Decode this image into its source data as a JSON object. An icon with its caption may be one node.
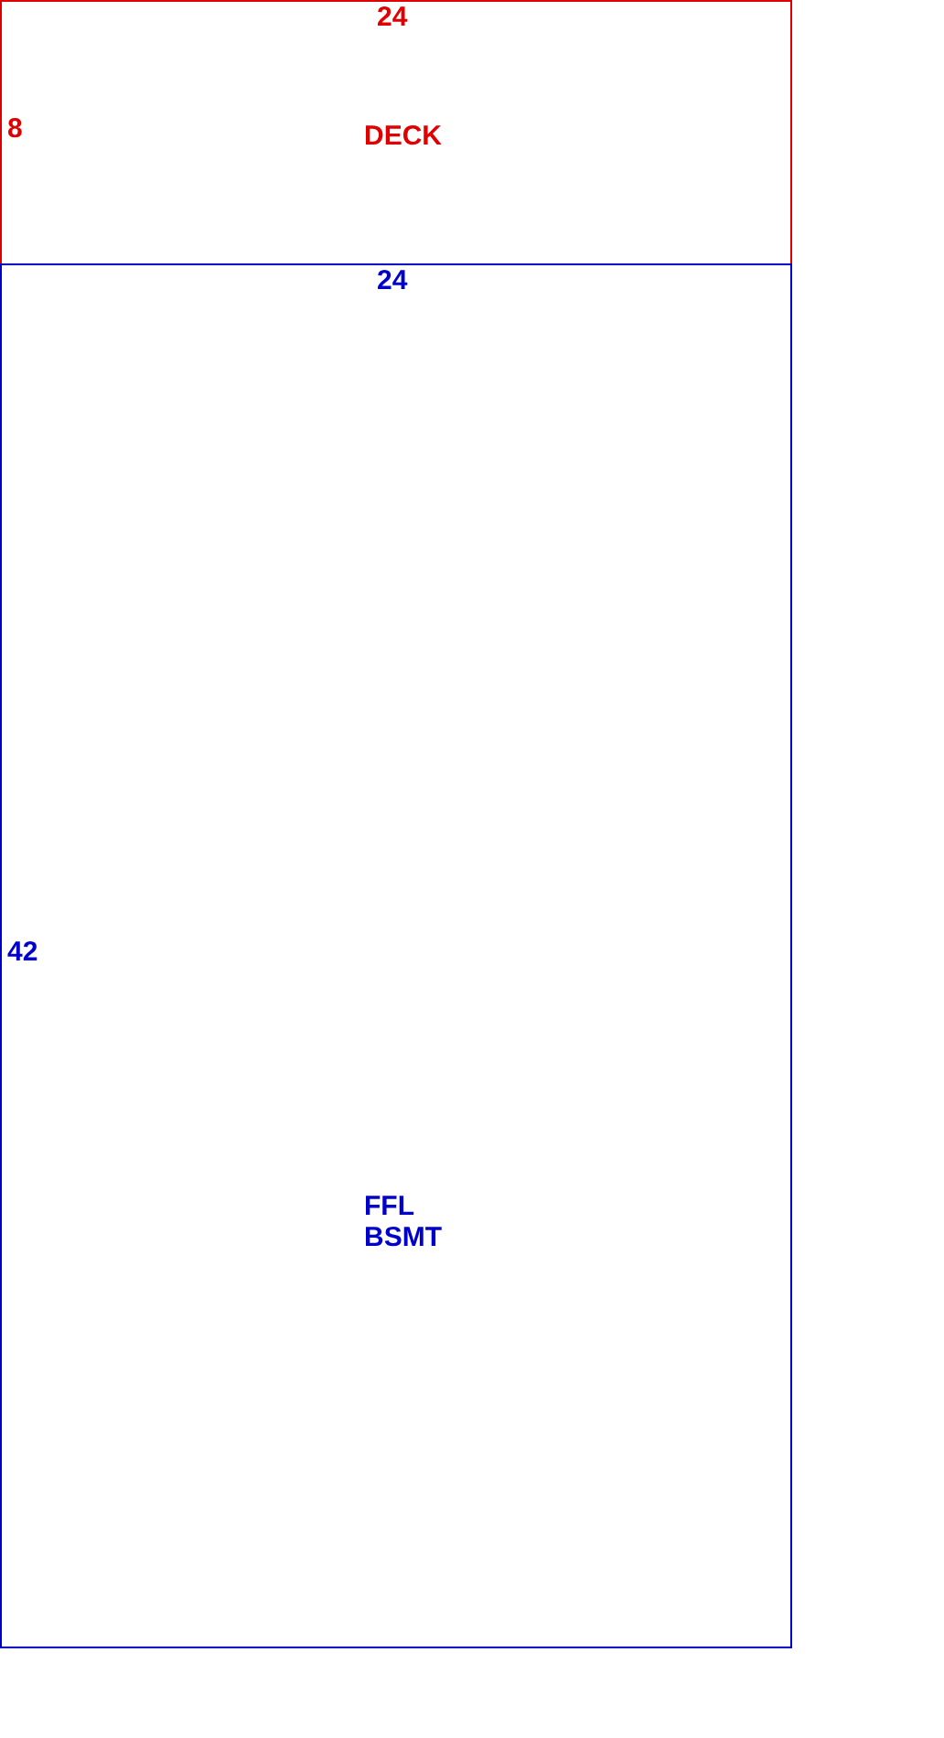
{
  "diagram": {
    "nodes": [
      {
        "text": [
          "DECK"
        ]
      },
      {
        "text": [
          "FFL",
          "BSMT"
        ]
      }
    ],
    "edges": [],
    "labels": [
      "24",
      "8",
      "24",
      "42"
    ]
  }
}
